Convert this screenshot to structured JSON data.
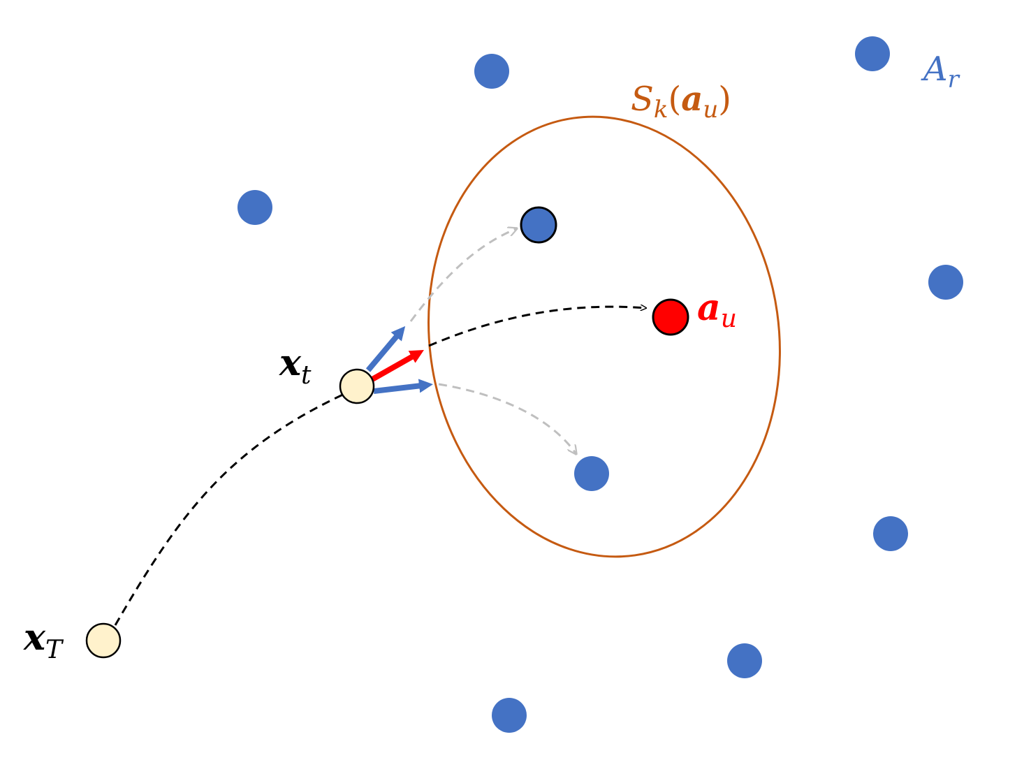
{
  "labels": {
    "set_label": "A",
    "set_sub": "r",
    "neighborhood_func": "S",
    "neighborhood_sub": "k",
    "neighborhood_open": "(",
    "neighborhood_arg": "a",
    "neighborhood_arg_sub": "u",
    "neighborhood_close": ")",
    "anchor": "a",
    "anchor_sub": "u",
    "xt": "x",
    "xt_sub": "t",
    "xT": "x",
    "xT_sub": "T"
  },
  "colors": {
    "points": "#4472C4",
    "anchor": "#FF0000",
    "neighborhood": "#C55A11",
    "trajectory_nodes": "#FFF2CC",
    "trajectory": "#000000",
    "alt_paths": "#BFBFBF",
    "arrow_main": "#FF0000",
    "arrow_alt": "#4472C4",
    "set_label": "#4472C4"
  }
}
